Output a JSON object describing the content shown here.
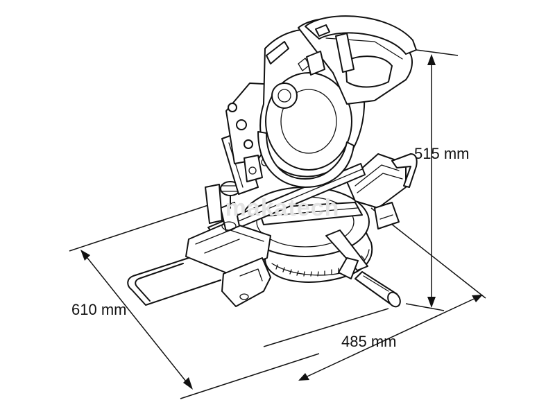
{
  "dimensions": {
    "height": "515 mm",
    "depth": "610 mm",
    "width": "485 mm"
  },
  "watermark": "makatech",
  "colors": {
    "line": "#111111",
    "background": "#ffffff",
    "watermark": "#e3e3e3"
  }
}
